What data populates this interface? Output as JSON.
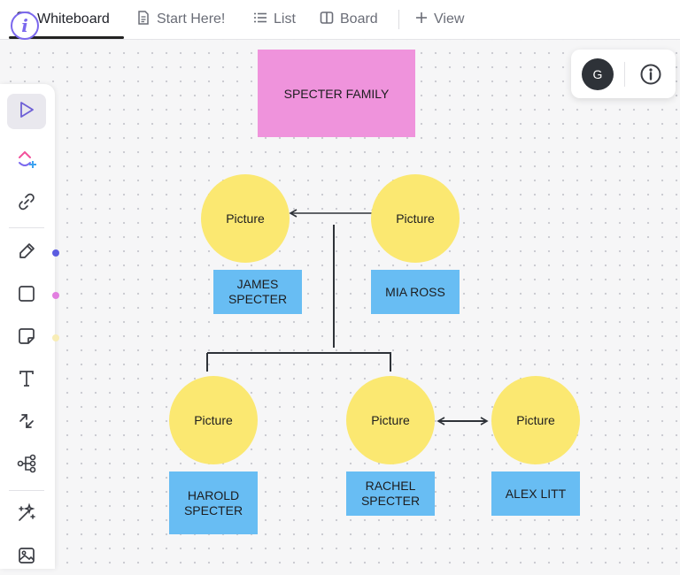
{
  "tabs": [
    {
      "label": "Whiteboard",
      "active": true,
      "icon": "whiteboard-icon"
    },
    {
      "label": "Start Here!",
      "active": false,
      "icon": "document-icon"
    },
    {
      "label": "List",
      "active": false,
      "icon": "list-icon"
    },
    {
      "label": "Board",
      "active": false,
      "icon": "board-icon"
    },
    {
      "label": "View",
      "active": false,
      "icon": "plus-icon"
    }
  ],
  "info_badge": {
    "glyph": "i",
    "color": "#7b68ee"
  },
  "toolbar": {
    "tools": [
      "select-icon",
      "clickup-create-icon",
      "link-icon",
      "pen-icon",
      "rectangle-icon",
      "sticky-note-icon",
      "text-icon",
      "connector-icon",
      "mindmap-icon",
      "ai-magic-icon",
      "image-icon"
    ],
    "color_dots": [
      "#5b5ce0",
      "#e27fe0",
      "#f8edb6"
    ]
  },
  "panel": {
    "avatar_initial": "G",
    "info_icon": "info-icon"
  },
  "board": {
    "title": "SPECTER FAMILY",
    "colors": {
      "title": "#ef93dc",
      "picture": "#fbe871",
      "name": "#68bdf3",
      "line": "#2e3238"
    },
    "people": [
      {
        "picture_label": "Picture",
        "name": "JAMES\nSPECTER"
      },
      {
        "picture_label": "Picture",
        "name": "MIA ROSS"
      },
      {
        "picture_label": "Picture",
        "name": "HAROLD\nSPECTER"
      },
      {
        "picture_label": "Picture",
        "name": "RACHEL\nSPECTER"
      },
      {
        "picture_label": "Picture",
        "name": "ALEX LITT"
      }
    ]
  }
}
